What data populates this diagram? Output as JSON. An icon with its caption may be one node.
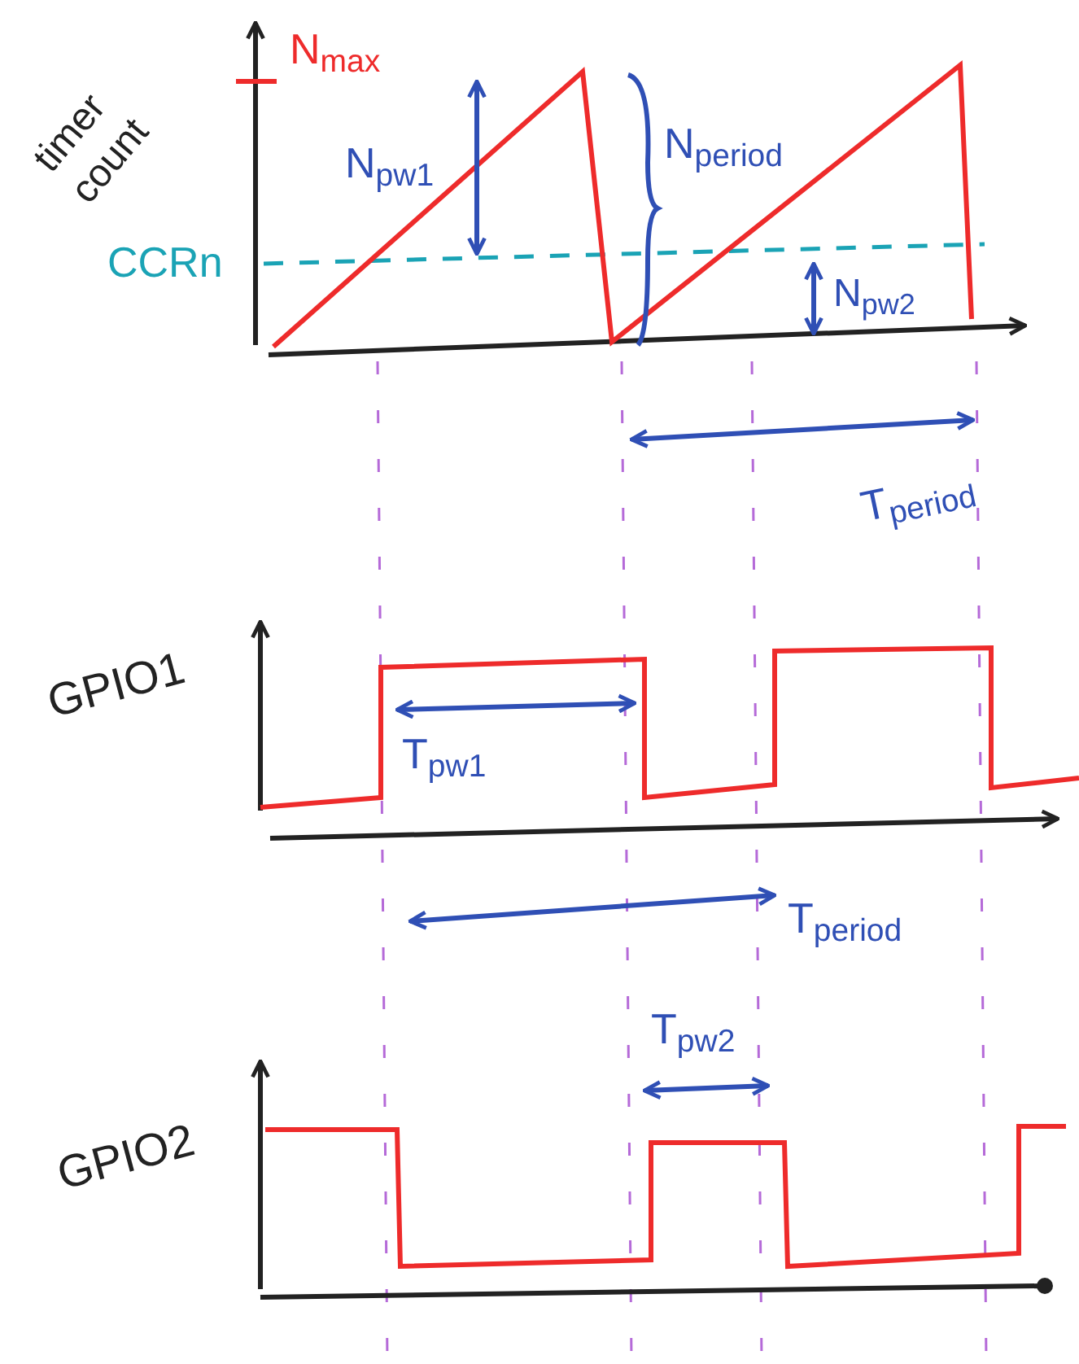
{
  "diagram": {
    "labels": [
      "timer count",
      "N$_{max}$",
      "N$_{pw1}$",
      "N$_{period}$",
      "CCRn",
      "N$_{pw2}$",
      "T$_{period}$",
      "GPIO1",
      "T$_{pw1}$",
      "T$_{period}$",
      "T$_{pw2}$",
      "GPIO2"
    ]
  }
}
